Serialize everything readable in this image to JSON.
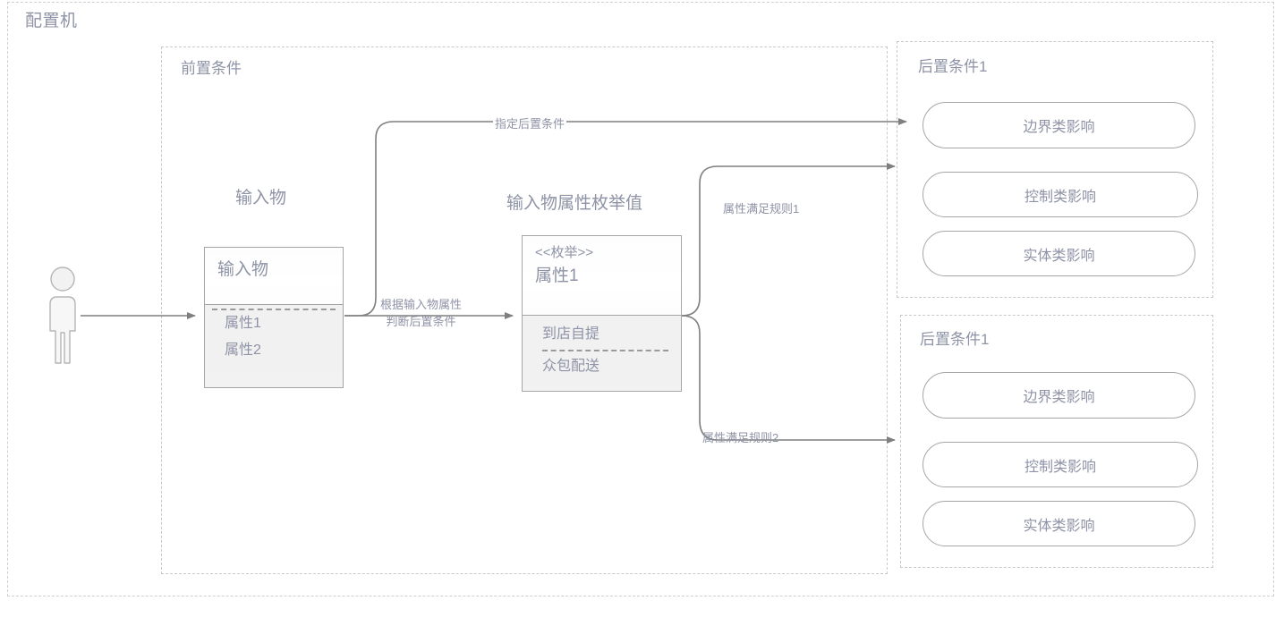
{
  "diagram": {
    "title": "配置机",
    "panels": {
      "precondition": {
        "label": "前置条件"
      },
      "postcondition_1": {
        "label": "后置条件1"
      },
      "postcondition_2": {
        "label": "后置条件1"
      }
    },
    "actor": {
      "name": "actor-figure"
    },
    "nodes": {
      "input_object": {
        "caption": "输入物",
        "class_name": "输入物",
        "attributes": [
          "属性1",
          "属性2"
        ]
      },
      "enum_object": {
        "caption": "输入物属性枚举值",
        "stereotype": "<<枚举>>",
        "class_name": "属性1",
        "values": [
          "到店自提",
          "众包配送"
        ]
      }
    },
    "impacts": {
      "post1": [
        "边界类影响",
        "控制类影响",
        "实体类影响"
      ],
      "post2": [
        "边界类影响",
        "控制类影响",
        "实体类影响"
      ]
    },
    "edges": {
      "assign_post": "指定后置条件",
      "judge_post_line1": "根据输入物属性",
      "judge_post_line2": "判断后置条件",
      "rule_1": "属性满足规则1",
      "rule_2": "属性满足规则2"
    },
    "colors": {
      "text": "#8e93a6",
      "line": "#7f7f7f",
      "panel_border": "#c9c9c9",
      "box_border": "#a6a6a6",
      "box_body": "#f1f1f1",
      "background": "#ffffff"
    }
  }
}
